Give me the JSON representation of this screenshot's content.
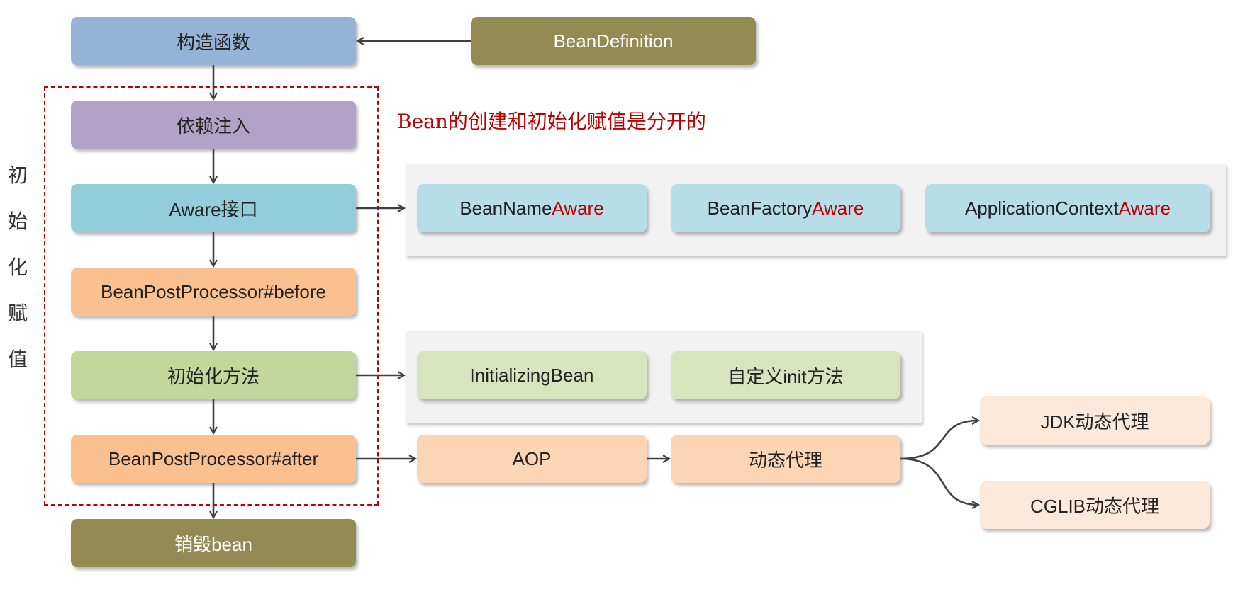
{
  "colors": {
    "constructor": "#95b3d7",
    "bean_definition": "#948a54",
    "di": "#b3a2c7",
    "aware": "#92cddc",
    "aware_items": "#b7dee8",
    "post_processor": "#fac090",
    "init": "#c3d69b",
    "init_items": "#d7e4bd",
    "aop": "#fcd5b5",
    "proxy_items": "#fde9d9",
    "destroy": "#948a54",
    "accent_red": "#c00000",
    "arrow": "#404040"
  },
  "vertical_label": [
    "初",
    "始",
    "化",
    "赋",
    "值"
  ],
  "note": "Bean的创建和初始化赋值是分开的",
  "main_flow": {
    "constructor": "构造函数",
    "bean_definition": "BeanDefinition",
    "dependency_injection": "依赖注入",
    "aware_interface": "Aware接口",
    "post_processor_before": "BeanPostProcessor#before",
    "init_method": "初始化方法",
    "post_processor_after": "BeanPostProcessor#after",
    "destroy": "销毁bean"
  },
  "aware_items": [
    {
      "prefix": "BeanName",
      "suffix": "Aware"
    },
    {
      "prefix": "BeanFactory",
      "suffix": "Aware"
    },
    {
      "prefix": "ApplicationContext",
      "suffix": "Aware"
    }
  ],
  "init_items": [
    "InitializingBean",
    "自定义init方法"
  ],
  "aop_chain": {
    "aop": "AOP",
    "dynamic_proxy": "动态代理",
    "jdk_proxy": "JDK动态代理",
    "cglib_proxy": "CGLIB动态代理"
  }
}
